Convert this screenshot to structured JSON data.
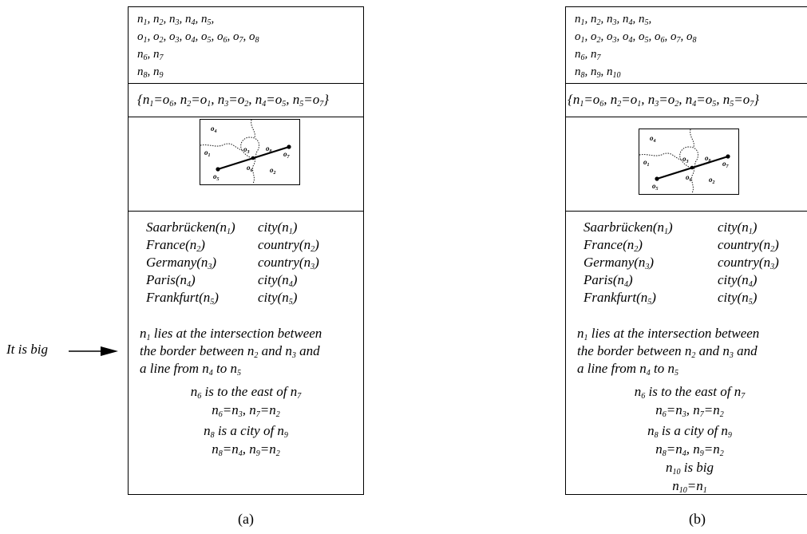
{
  "panel_a": {
    "vars": [
      [
        [
          "n",
          "1"
        ],
        ", ",
        [
          "n",
          "2"
        ],
        ", ",
        [
          "n",
          "3"
        ],
        ", ",
        [
          "n",
          "4"
        ],
        ", ",
        [
          "n",
          "5"
        ],
        ","
      ],
      [
        [
          "o",
          "1"
        ],
        ", ",
        [
          "o",
          "2"
        ],
        ", ",
        [
          "o",
          "3"
        ],
        ", ",
        [
          "o",
          "4"
        ],
        ", ",
        [
          "o",
          "5"
        ],
        ", ",
        [
          "o",
          "6"
        ],
        ", ",
        [
          "o",
          "7"
        ],
        ", ",
        [
          "o",
          "8"
        ]
      ],
      [
        [
          "n",
          "6"
        ],
        ", ",
        [
          "n",
          "7"
        ]
      ],
      [
        [
          "n",
          "8"
        ],
        ", ",
        [
          "n",
          "9"
        ]
      ]
    ],
    "mapping": [
      "{",
      [
        "n",
        "1"
      ],
      "=",
      [
        "o",
        "6"
      ],
      ", ",
      [
        "n",
        "2"
      ],
      "=",
      [
        "o",
        "1"
      ],
      ", ",
      [
        "n",
        "3"
      ],
      "=",
      [
        "o",
        "2"
      ],
      ", ",
      [
        "n",
        "4"
      ],
      "=",
      [
        "o",
        "5"
      ],
      ", ",
      [
        "n",
        "5"
      ],
      "=",
      [
        "o",
        "7"
      ],
      "}"
    ],
    "map_labels": [
      [
        "o",
        "4"
      ],
      [
        "o",
        "1"
      ],
      [
        "o",
        "3"
      ],
      [
        "o",
        "8"
      ],
      [
        "o",
        "7"
      ],
      [
        "o",
        "5"
      ],
      [
        "o",
        "6"
      ],
      [
        "o",
        "2"
      ]
    ],
    "facts": [
      [
        [
          "Saarbrücken(",
          [
            "n",
            "1"
          ],
          ")"
        ],
        [
          "city(",
          [
            "n",
            "1"
          ],
          ")"
        ]
      ],
      [
        [
          "France(",
          [
            "n",
            "2"
          ],
          ")"
        ],
        [
          "country(",
          [
            "n",
            "2"
          ],
          ")"
        ]
      ],
      [
        [
          "Germany(",
          [
            "n",
            "3"
          ],
          ")"
        ],
        [
          "country(",
          [
            "n",
            "3"
          ],
          ")"
        ]
      ],
      [
        [
          "Paris(",
          [
            "n",
            "4"
          ],
          ")"
        ],
        [
          "city(",
          [
            "n",
            "4"
          ],
          ")"
        ]
      ],
      [
        [
          "Frankfurt(",
          [
            "n",
            "5"
          ],
          ")"
        ],
        [
          "city(",
          [
            "n",
            "5"
          ],
          ")"
        ]
      ]
    ],
    "statement": [
      [
        [
          "n",
          "1"
        ],
        " lies at the intersection between"
      ],
      [
        "the border between ",
        [
          "n",
          "2"
        ],
        " and ",
        [
          "n",
          "3"
        ],
        " and"
      ],
      [
        "a line from ",
        [
          "n",
          "4"
        ],
        " to ",
        [
          "n",
          "5"
        ]
      ]
    ],
    "centered": [
      [
        [
          "n",
          "6"
        ],
        " is to the east of ",
        [
          "n",
          "7"
        ]
      ],
      [
        [
          "n",
          "6"
        ],
        "=",
        [
          "n",
          "3"
        ],
        ", ",
        [
          "n",
          "7"
        ],
        "=",
        [
          "n",
          "2"
        ]
      ],
      [
        [
          "n",
          "8"
        ],
        " is a city of ",
        [
          "n",
          "9"
        ]
      ],
      [
        [
          "n",
          "8"
        ],
        "=",
        [
          "n",
          "4"
        ],
        ", ",
        [
          "n",
          "9"
        ],
        "=",
        [
          "n",
          "2"
        ]
      ]
    ],
    "caption": "(a)"
  },
  "panel_b": {
    "vars": [
      [
        [
          "n",
          "1"
        ],
        ", ",
        [
          "n",
          "2"
        ],
        ", ",
        [
          "n",
          "3"
        ],
        ", ",
        [
          "n",
          "4"
        ],
        ", ",
        [
          "n",
          "5"
        ],
        ","
      ],
      [
        [
          "o",
          "1"
        ],
        ", ",
        [
          "o",
          "2"
        ],
        ", ",
        [
          "o",
          "3"
        ],
        ", ",
        [
          "o",
          "4"
        ],
        ", ",
        [
          "o",
          "5"
        ],
        ", ",
        [
          "o",
          "6"
        ],
        ", ",
        [
          "o",
          "7"
        ],
        ", ",
        [
          "o",
          "8"
        ]
      ],
      [
        [
          "n",
          "6"
        ],
        ", ",
        [
          "n",
          "7"
        ]
      ],
      [
        [
          "n",
          "8"
        ],
        ", ",
        [
          "n",
          "9"
        ],
        ", ",
        [
          "n",
          "10"
        ]
      ]
    ],
    "mapping": [
      "{",
      [
        "n",
        "1"
      ],
      "=",
      [
        "o",
        "6"
      ],
      ", ",
      [
        "n",
        "2"
      ],
      "=",
      [
        "o",
        "1"
      ],
      ", ",
      [
        "n",
        "3"
      ],
      "=",
      [
        "o",
        "2"
      ],
      ", ",
      [
        "n",
        "4"
      ],
      "=",
      [
        "o",
        "5"
      ],
      ", ",
      [
        "n",
        "5"
      ],
      "=",
      [
        "o",
        "7"
      ],
      "}"
    ],
    "map_labels": [
      [
        "o",
        "4"
      ],
      [
        "o",
        "1"
      ],
      [
        "o",
        "3"
      ],
      [
        "o",
        "8"
      ],
      [
        "o",
        "7"
      ],
      [
        "o",
        "5"
      ],
      [
        "o",
        "6"
      ],
      [
        "o",
        "2"
      ]
    ],
    "facts": [
      [
        [
          "Saarbrücken(",
          [
            "n",
            "1"
          ],
          ")"
        ],
        [
          "city(",
          [
            "n",
            "1"
          ],
          ")"
        ]
      ],
      [
        [
          "France(",
          [
            "n",
            "2"
          ],
          ")"
        ],
        [
          "country(",
          [
            "n",
            "2"
          ],
          ")"
        ]
      ],
      [
        [
          "Germany(",
          [
            "n",
            "3"
          ],
          ")"
        ],
        [
          "country(",
          [
            "n",
            "3"
          ],
          ")"
        ]
      ],
      [
        [
          "Paris(",
          [
            "n",
            "4"
          ],
          ")"
        ],
        [
          "city(",
          [
            "n",
            "4"
          ],
          ")"
        ]
      ],
      [
        [
          "Frankfurt(",
          [
            "n",
            "5"
          ],
          ")"
        ],
        [
          "city(",
          [
            "n",
            "5"
          ],
          ")"
        ]
      ]
    ],
    "statement": [
      [
        [
          "n",
          "1"
        ],
        " lies at the intersection between"
      ],
      [
        "the border between ",
        [
          "n",
          "2"
        ],
        " and ",
        [
          "n",
          "3"
        ],
        " and"
      ],
      [
        "a line from ",
        [
          "n",
          "4"
        ],
        " to ",
        [
          "n",
          "5"
        ]
      ]
    ],
    "centered": [
      [
        [
          "n",
          "6"
        ],
        " is to the east of ",
        [
          "n",
          "7"
        ]
      ],
      [
        [
          "n",
          "6"
        ],
        "=",
        [
          "n",
          "3"
        ],
        ", ",
        [
          "n",
          "7"
        ],
        "=",
        [
          "n",
          "2"
        ]
      ],
      [
        [
          "n",
          "8"
        ],
        " is a city of ",
        [
          "n",
          "9"
        ]
      ],
      [
        [
          "n",
          "8"
        ],
        "=",
        [
          "n",
          "4"
        ],
        ", ",
        [
          "n",
          "9"
        ],
        "=",
        [
          "n",
          "2"
        ]
      ],
      [
        [
          "n",
          "10"
        ],
        " is big"
      ],
      [
        [
          "n",
          "10"
        ],
        "=",
        [
          "n",
          "1"
        ]
      ]
    ],
    "caption": "(b)"
  },
  "arrow_label": "It is big"
}
